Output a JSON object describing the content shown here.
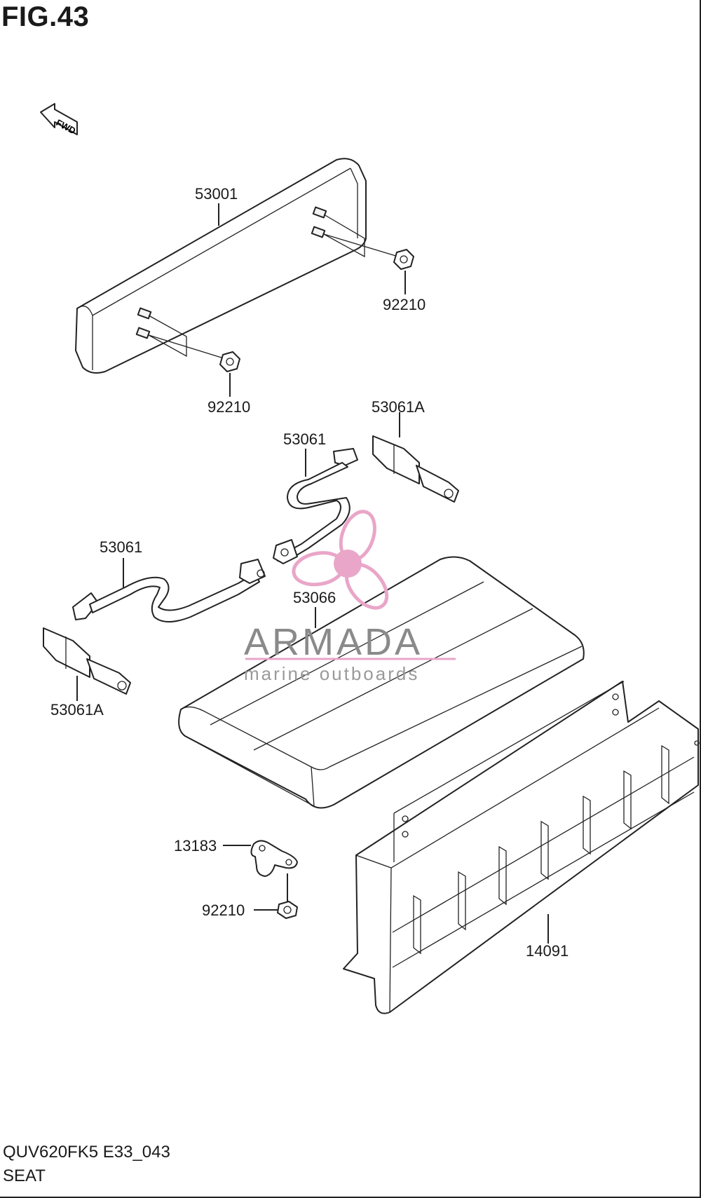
{
  "figure": {
    "title": "FIG.43",
    "fwd_label": "FWD",
    "code": "QUV620FK5 E33_043",
    "name": "SEAT"
  },
  "callouts": {
    "seat_back": "53001",
    "nut_upper_right": "92210",
    "nut_upper_left": "92210",
    "buckle_right": "53061A",
    "belt_right": "53061",
    "belt_left": "53061",
    "seat_cushion": "53066",
    "buckle_left": "53061A",
    "bracket": "13183",
    "nut_lower": "92210",
    "seat_base": "14091"
  },
  "watermark": {
    "brand": "ARMADA",
    "tagline": "marine outboards",
    "accent_color": "#e9a6c8",
    "logo_icon": "propeller-icon"
  }
}
